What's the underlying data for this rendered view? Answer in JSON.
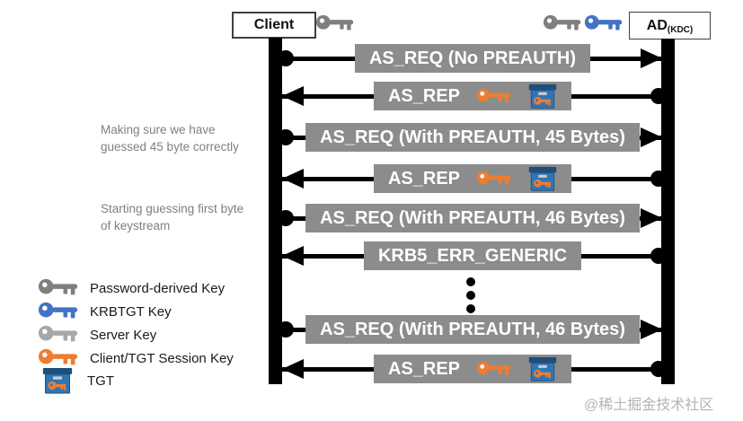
{
  "actors": {
    "client": {
      "label": "Client"
    },
    "kdc": {
      "label": "AD",
      "sub": "(KDC)"
    }
  },
  "header_icons": {
    "client_key": "password-derived-key",
    "kdc_key_1": "password-derived-key",
    "kdc_key_2": "krbtgt-key"
  },
  "annotations": [
    {
      "text": "Making sure we have\nguessed 45 byte correctly"
    },
    {
      "text": "Starting guessing first byte\nof keystream"
    }
  ],
  "messages": [
    {
      "label": "AS_REQ (No PREAUTH)",
      "direction": "right",
      "icons": []
    },
    {
      "label": "AS_REP",
      "direction": "left",
      "icons": [
        "client-tgt-session-key",
        "tgt"
      ]
    },
    {
      "label": "AS_REQ (With PREAUTH, 45 Bytes)",
      "direction": "right",
      "icons": []
    },
    {
      "label": "AS_REP",
      "direction": "left",
      "icons": [
        "client-tgt-session-key",
        "tgt"
      ]
    },
    {
      "label": "AS_REQ (With PREAUTH, 46 Bytes)",
      "direction": "right",
      "icons": []
    },
    {
      "label": "KRB5_ERR_GENERIC",
      "direction": "left",
      "icons": []
    },
    {
      "label": "AS_REQ (With PREAUTH, 46 Bytes)",
      "direction": "right",
      "icons": []
    },
    {
      "label": "AS_REP",
      "direction": "left",
      "icons": [
        "client-tgt-session-key",
        "tgt"
      ]
    }
  ],
  "legend": {
    "items": [
      {
        "icon": "password-derived-key",
        "label": "Password-derived Key",
        "color": "#7f7f7f"
      },
      {
        "icon": "krbtgt-key",
        "label": "KRBTGT Key",
        "color": "#4472c4"
      },
      {
        "icon": "server-key",
        "label": "Server Key",
        "color": "#a8a8a8"
      },
      {
        "icon": "client-tgt-session-key",
        "label": "Client/TGT Session Key",
        "color": "#ed7d31"
      },
      {
        "icon": "tgt",
        "label": "TGT",
        "color": "#2e75b6"
      }
    ]
  },
  "watermark": "@稀土掘金技术社区",
  "colors": {
    "message-box": "#8c8c8c",
    "message-text": "#ffffff",
    "lifeline": "#000000",
    "annotation-text": "#7f7f7f",
    "key-gray": "#7f7f7f",
    "key-blue": "#4472c4",
    "key-silver": "#a8a8a8",
    "key-orange": "#ed7d31",
    "tgt-blue": "#2e75b6",
    "tgt-lid": "#1f4e79",
    "watermark": "#b3b3b3"
  }
}
